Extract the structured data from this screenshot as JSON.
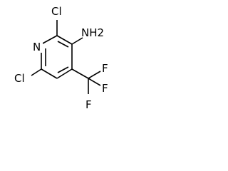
{
  "molecule": {
    "atoms": {
      "ring_nitrogen": "N",
      "chlorine_2": "Cl",
      "amine_3": "NH2",
      "chlorine_6": "Cl",
      "fluorine_1": "F",
      "fluorine_2": "F",
      "fluorine_3": "F"
    },
    "colors": {
      "bond": "#000000",
      "label": "#000000",
      "background": "#ffffff"
    }
  }
}
